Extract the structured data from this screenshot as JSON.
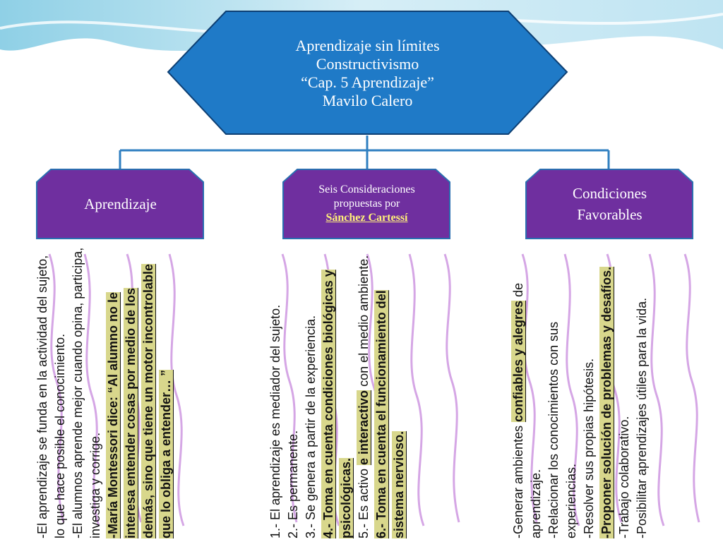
{
  "root": {
    "lines": [
      "Aprendizaje sin límites",
      "Constructivismo",
      "“Cap. 5 Aprendizaje”",
      "Mavilo Calero"
    ]
  },
  "categories": {
    "aprendizaje": {
      "label": "Aprendizaje"
    },
    "seis": {
      "line1": "Seis Consideraciones",
      "line2": "propuestas por",
      "author": "Sánchez Cartessí"
    },
    "condiciones": {
      "line1": "Condiciones",
      "line2": "Favorables"
    }
  },
  "columns": {
    "aprendizaje": {
      "p1": "-El aprendizaje se funda en la actividad del sujeto, lo que hace posible el conocimiento.",
      "p2": "-El alumnos aprende mejor cuando opina, participa, investiga y corrige.",
      "p3_hl": "-María Montessori dice: “Al alumno no le interesa entender cosas por medio de los demás, sino que tiene un motor incontrolable que lo obliga a entender… ”"
    },
    "seis": {
      "i1": "1.- El aprendizaje es mediador del sujeto.",
      "i2": "2.- Es permanente.",
      "i3a": "3.- Se genera a partir de la experiencia.",
      "i4_hl": "4.- Toma en cuenta condiciones biológicas y psicológicas.",
      "i5a": "5.- Es activo ",
      "i5_hl": "e interactivo",
      "i5b": " con el medio ambiente.",
      "i6_hl": "6.- Toma en cuenta el funcionamiento del sistema nervioso."
    },
    "condiciones": {
      "c1a": "-Generar ambientes ",
      "c1_hl": "confiables y alegres",
      "c1b": " de aprendizaje.",
      "c2": "-Relacionar los conocimientos con sus experiencias.",
      "c3": "-Resolver sus propias hipótesis.",
      "c4_hl": "-Proponer solución de problemas y desafíos.",
      "c5": "-Trabajo colaborativo.",
      "c6": "-Posibilitar aprendizajes útiles para la vida."
    }
  },
  "colors": {
    "root_fill": "#1f7ac7",
    "category_fill": "#6f2f9f",
    "connector": "#2f7fc0",
    "highlight": "#d8d78c"
  }
}
